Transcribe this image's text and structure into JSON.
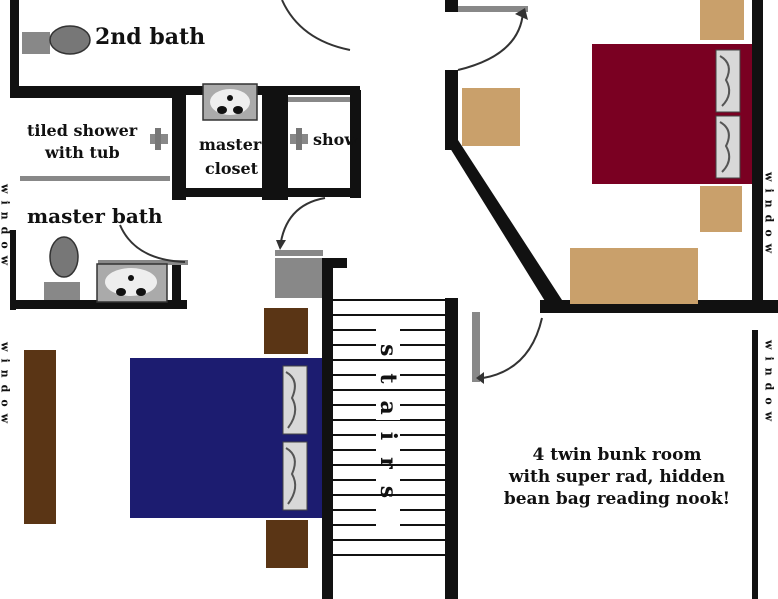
{
  "labels": {
    "second_bath": "2nd bath",
    "tiled_shower_line1": "tiled shower",
    "tiled_shower_line2": "with tub",
    "master_closet_line1": "master",
    "master_closet_line2": "closet",
    "shower_partial": "show",
    "master_bath": "master bath",
    "stairs": "stairs",
    "bunk_room_line1": "4 twin bunk room",
    "bunk_room_line2": "with super rad, hidden",
    "bunk_room_line3": "bean bag reading nook!",
    "window": "window"
  },
  "colors": {
    "wall": "#111111",
    "master_bed": "#7a0022",
    "navy_bed": "#1c1c70",
    "nightstand_tan": "#c9a06b",
    "nightstand_brown": "#5a3515",
    "fixture_gray": "#888888",
    "fixture_light": "#cfcfcf"
  },
  "icons": {
    "toilet": "toilet-icon",
    "sink": "sink-icon",
    "door_swing": "door-swing-icon",
    "pillow": "pillow-icon"
  }
}
